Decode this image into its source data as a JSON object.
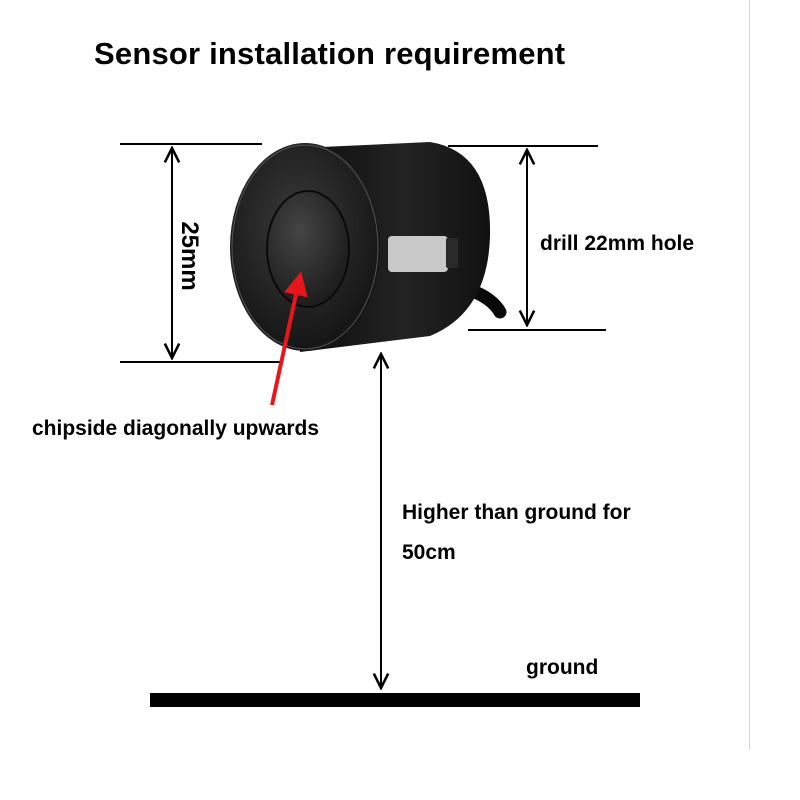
{
  "title": "Sensor installation requirement",
  "labels": {
    "diameter": "25mm",
    "drill": "drill 22mm hole",
    "chipside": "chipside diagonally upwards",
    "height_line1": "Higher than ground for",
    "height_line2": "50cm",
    "ground": "ground"
  },
  "colors": {
    "pointer_arrow": "#e8151b",
    "sensor_body": "#1b1b1b",
    "ground_bar": "#000000"
  }
}
